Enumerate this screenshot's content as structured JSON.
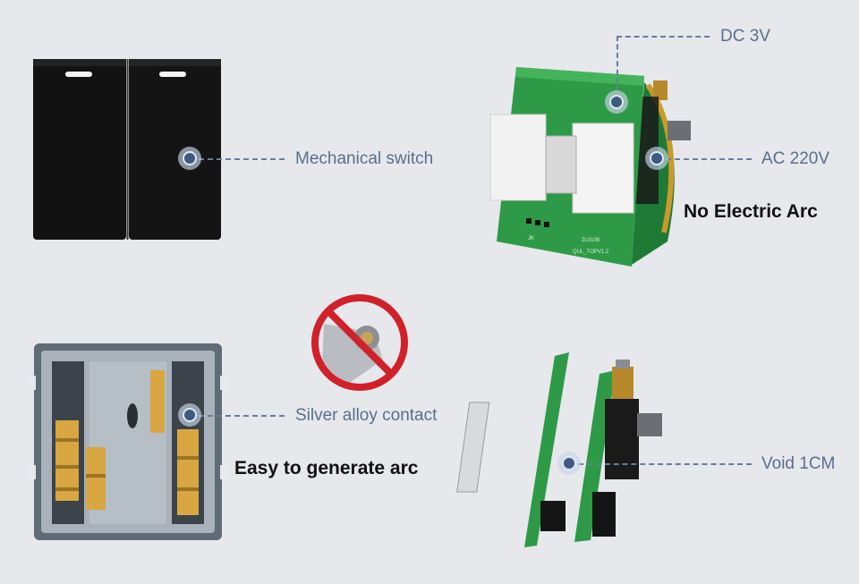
{
  "labels": {
    "mechanical_switch": "Mechanical switch",
    "dc_3v": "DC 3V",
    "ac_220v": "AC 220V",
    "silver_alloy_contact": "Silver alloy contact",
    "void_1cm": "Void 1CM"
  },
  "headings": {
    "no_electric_arc": "No Electric Arc",
    "easy_to_generate_arc": "Easy to generate arc"
  },
  "pcb_marks": {
    "top_code": "2L0108",
    "board_name": "QUL_TOPV1.2",
    "side_mark": "JK"
  },
  "icons": {
    "prohibited": "no-sign-icon"
  },
  "colors": {
    "background": "#e6e8ec",
    "label_text": "#5a6f8c",
    "callout_line": "#6a7d99",
    "pcb_green": "#2e9a47",
    "prohibition_red": "#d0212a",
    "switch_black": "#111111"
  }
}
